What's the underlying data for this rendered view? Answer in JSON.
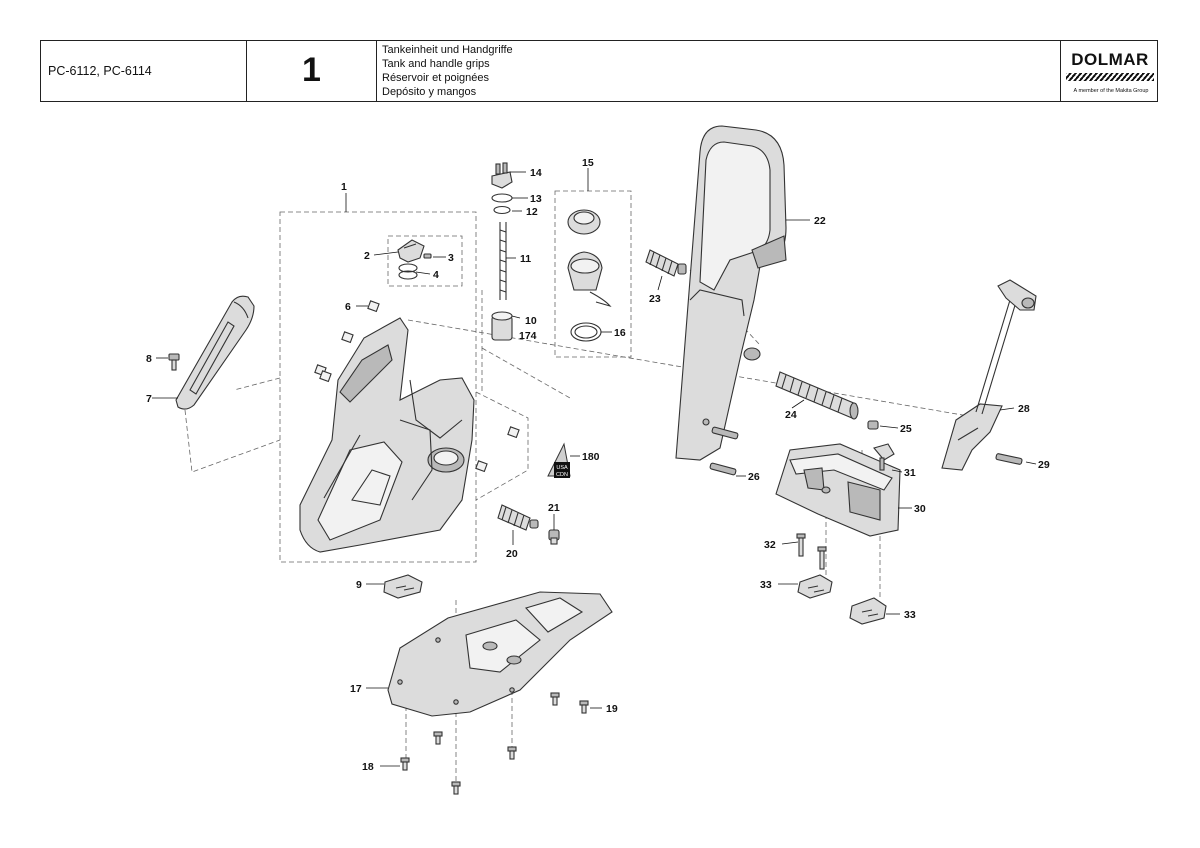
{
  "header": {
    "models": "PC-6112, PC-6114",
    "page_number": "1",
    "titles": [
      "Tankeinheit und Handgriffe",
      "Tank and handle grips",
      "Réservoir et poignées",
      "Depósito y mangos"
    ],
    "brand": "DOLMAR",
    "tagline": "A member of the Makita Group"
  },
  "labels": {
    "p1": "1",
    "p2": "2",
    "p3": "3",
    "p4": "4",
    "p6": "6",
    "p7": "7",
    "p8": "8",
    "p9": "9",
    "p10": "10",
    "p174": "174",
    "p11": "11",
    "p12": "12",
    "p13": "13",
    "p14": "14",
    "p15": "15",
    "p16": "16",
    "p17": "17",
    "p18": "18",
    "p19": "19",
    "p20": "20",
    "p21": "21",
    "p22": "22",
    "p23": "23",
    "p24": "24",
    "p25": "25",
    "p26": "26",
    "p28": "28",
    "p29": "29",
    "p30": "30",
    "p31": "31",
    "p32": "32",
    "p33a": "33",
    "p33b": "33",
    "p180": "180"
  },
  "region_tag": [
    "USA",
    "CDN"
  ]
}
